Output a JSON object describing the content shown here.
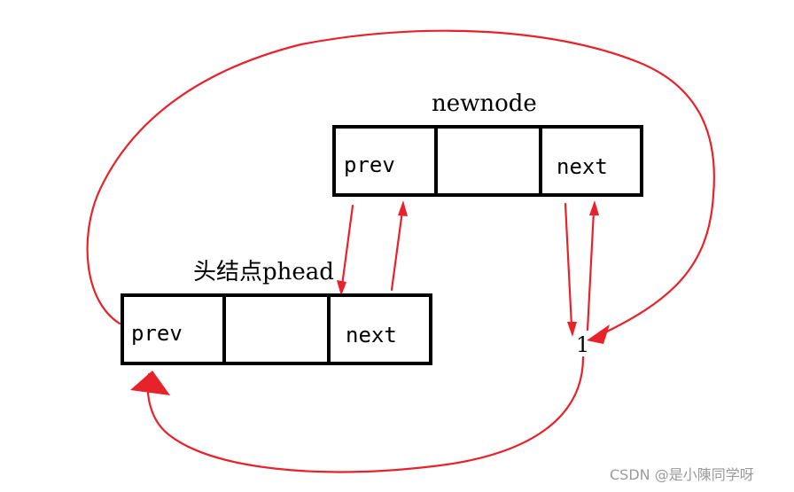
{
  "colors": {
    "arrow": "#e8222b",
    "box": "#000000",
    "watermark": "#9a9a9a"
  },
  "newnode": {
    "title": "newnode",
    "field_prev": "prev",
    "field_next": "next"
  },
  "phead": {
    "title": "头结点phead",
    "field_prev": "prev",
    "field_next": "next"
  },
  "tail_label": "1",
  "watermark": "CSDN @是小陳同学呀"
}
